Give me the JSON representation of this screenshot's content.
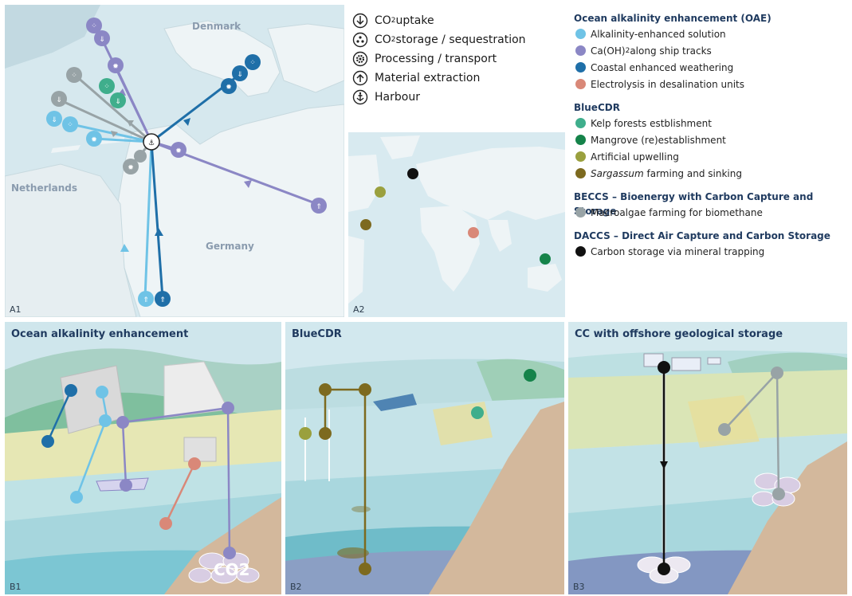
{
  "panel_a1": {
    "label": "A1",
    "place_labels": {
      "denmark": "Denmark",
      "netherlands": "Netherlands",
      "germany": "Germany"
    }
  },
  "panel_a2": {
    "label": "A2"
  },
  "symbols": [
    {
      "id": "uptake",
      "label_main": "CO",
      "label_sub": "2",
      "label_rest": " uptake",
      "icon": "co2-uptake-icon"
    },
    {
      "id": "storage",
      "label_main": "CO",
      "label_sub": "2",
      "label_rest": " storage / sequestration",
      "icon": "co2-storage-icon"
    },
    {
      "id": "processing",
      "label_main": "Processing / transport",
      "label_sub": "",
      "label_rest": "",
      "icon": "processing-gear-icon"
    },
    {
      "id": "extraction",
      "label_main": "Material extraction",
      "label_sub": "",
      "label_rest": "",
      "icon": "material-extraction-icon"
    },
    {
      "id": "harbour",
      "label_main": "Harbour",
      "label_sub": "",
      "label_rest": "",
      "icon": "harbour-anchor-icon"
    }
  ],
  "legend": {
    "oae": {
      "title": "Ocean alkalinity enhancement (OAE)",
      "items": [
        {
          "label": "Alkalinity-enhanced solution",
          "color": "#6fc3e6"
        },
        {
          "label_pre": "Ca(OH)",
          "label_sub": "2",
          "label_post": " along ship tracks",
          "color": "#8b87c5"
        },
        {
          "label": "Coastal enhanced weathering",
          "color": "#1f6fa8"
        },
        {
          "label": "Electrolysis in desalination units",
          "color": "#d98878"
        }
      ]
    },
    "bluecdr": {
      "title": "BlueCDR",
      "items": [
        {
          "label": "Kelp forests estblishment",
          "color": "#3fae8c",
          "italic": ""
        },
        {
          "label": "Mangrove (re)establishment",
          "color": "#15834a",
          "italic": ""
        },
        {
          "label": "Artificial upwelling",
          "color": "#9aa03e",
          "italic": ""
        },
        {
          "label": " farming and sinking",
          "italic": "Sargassum",
          "color": "#7d6a1f"
        }
      ]
    },
    "beccs": {
      "title": "BECCS – Bioenergy with Carbon Capture and Storage",
      "items": [
        {
          "label": "Macroalgae farming for biomethane",
          "color": "#98a3a6"
        }
      ]
    },
    "daccs": {
      "title": "DACCS – Direct Air Capture and Carbon Storage",
      "items": [
        {
          "label": "Carbon storage via mineral trapping",
          "color": "#111111"
        }
      ]
    }
  },
  "panel_b1": {
    "title": "Ocean alkalinity enhancement",
    "label": "B1",
    "co2_text": "CO2"
  },
  "panel_b2": {
    "title": "BlueCDR",
    "label": "B2"
  },
  "panel_b3": {
    "title": "CC with offshore geological storage",
    "label": "B3"
  },
  "colors": {
    "sea": "#cfe7ee",
    "land": "#e4eef1",
    "oae_solution": "#6fc3e6",
    "oae_caoh": "#8b87c5",
    "oae_weathering": "#1f6fa8",
    "oae_electrolysis": "#d98878",
    "kelp": "#3fae8c",
    "mangrove": "#15834a",
    "upwelling": "#9aa03e",
    "sargassum": "#7d6a1f",
    "beccs": "#98a3a6",
    "daccs": "#111111",
    "title_blue": "#1f3a5f"
  }
}
